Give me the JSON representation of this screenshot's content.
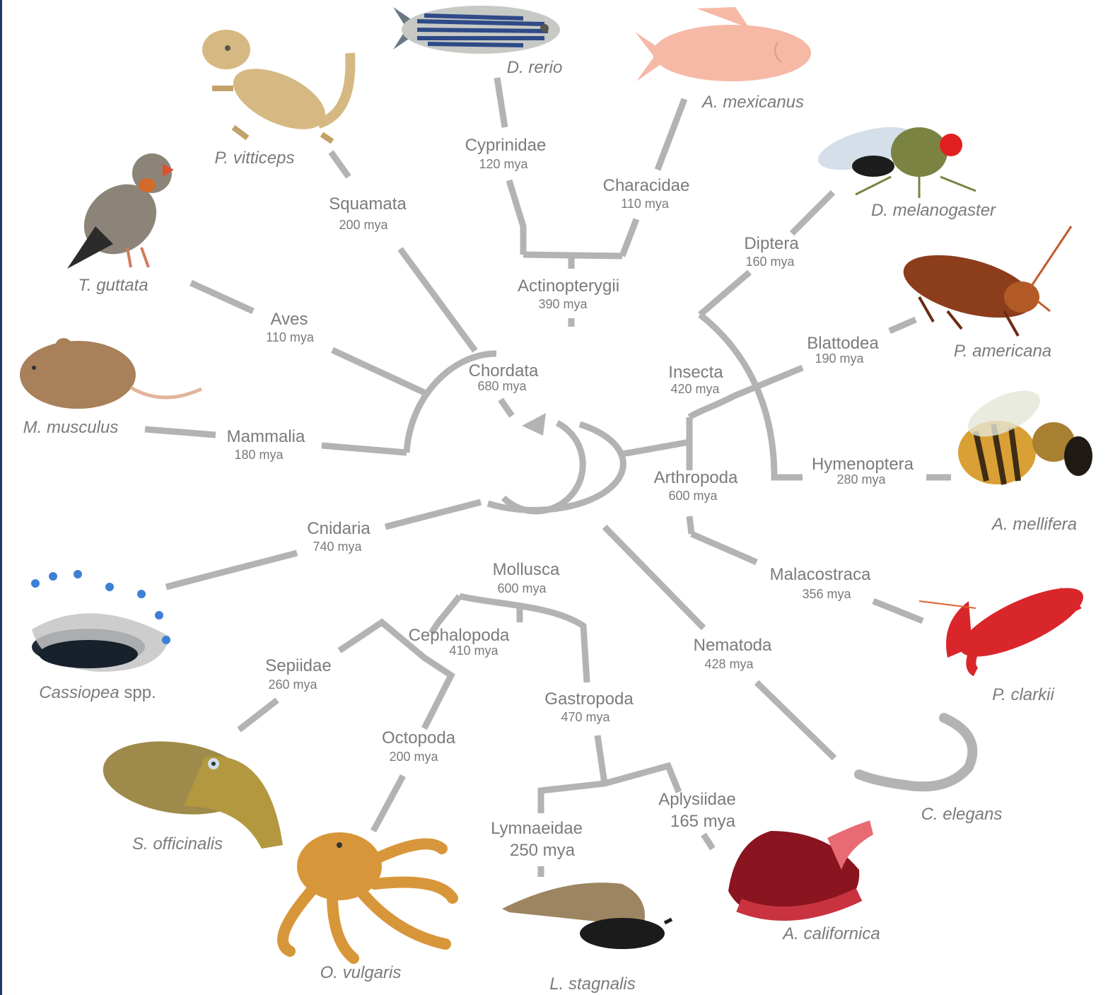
{
  "clades": {
    "chordata": {
      "name": "Chordata",
      "age": "680 mya"
    },
    "actinopterygii": {
      "name": "Actinopterygii",
      "age": "390 mya"
    },
    "cyprinidae": {
      "name": "Cyprinidae",
      "age": "120 mya"
    },
    "characidae": {
      "name": "Characidae",
      "age": "110 mya"
    },
    "squamata": {
      "name": "Squamata",
      "age": "200 mya"
    },
    "aves": {
      "name": "Aves",
      "age": "110 mya"
    },
    "mammalia": {
      "name": "Mammalia",
      "age": "180 mya"
    },
    "arthropoda": {
      "name": "Arthropoda",
      "age": "600 mya"
    },
    "insecta": {
      "name": "Insecta",
      "age": "420 mya"
    },
    "diptera": {
      "name": "Diptera",
      "age": "160 mya"
    },
    "blattodea": {
      "name": "Blattodea",
      "age": "190 mya"
    },
    "hymenoptera": {
      "name": "Hymenoptera",
      "age": "280 mya"
    },
    "malacostraca": {
      "name": "Malacostraca",
      "age": "356 mya"
    },
    "nematoda": {
      "name": "Nematoda",
      "age": "428 mya"
    },
    "mollusca": {
      "name": "Mollusca",
      "age": "600 mya"
    },
    "cephalopoda": {
      "name": "Cephalopoda",
      "age": "410 mya"
    },
    "sepiidae": {
      "name": "Sepiidae",
      "age": "260 mya"
    },
    "octopoda": {
      "name": "Octopoda",
      "age": "200 mya"
    },
    "gastropoda": {
      "name": "Gastropoda",
      "age": "470 mya"
    },
    "lymnaeidae": {
      "name": "Lymnaeidae",
      "age": "250 mya"
    },
    "aplysiidae": {
      "name": "Aplysiidae",
      "age": "165 mya"
    },
    "cnidaria": {
      "name": "Cnidaria",
      "age": "740 mya"
    }
  },
  "species": {
    "d_rerio": "D. rerio",
    "a_mexicanus": "A. mexicanus",
    "p_vitticeps": "P. vitticeps",
    "t_guttata": "T. guttata",
    "m_musculus": "M. musculus",
    "d_melanogaster": "D. melanogaster",
    "p_americana": "P. americana",
    "a_mellifera": "A. mellifera",
    "p_clarkii": "P. clarkii",
    "c_elegans": "C. elegans",
    "a_californica": "A. californica",
    "l_stagnalis": "L. stagnalis",
    "o_vulgaris": "O. vulgaris",
    "s_officinalis": "S. officinalis",
    "cassiopea_genus": "Cassiopea",
    "cassiopea_suffix": " spp."
  },
  "colors": {
    "branch": "#b3b3b3",
    "label": "#7b7b7b",
    "zebrafish_stripe": "#2f4a88",
    "cavefish": "#f6b9a6",
    "crayfish": "#d9262b",
    "honeybee": "#d9a035",
    "octopus": "#d8963a",
    "aplysia": "#8a1420"
  }
}
